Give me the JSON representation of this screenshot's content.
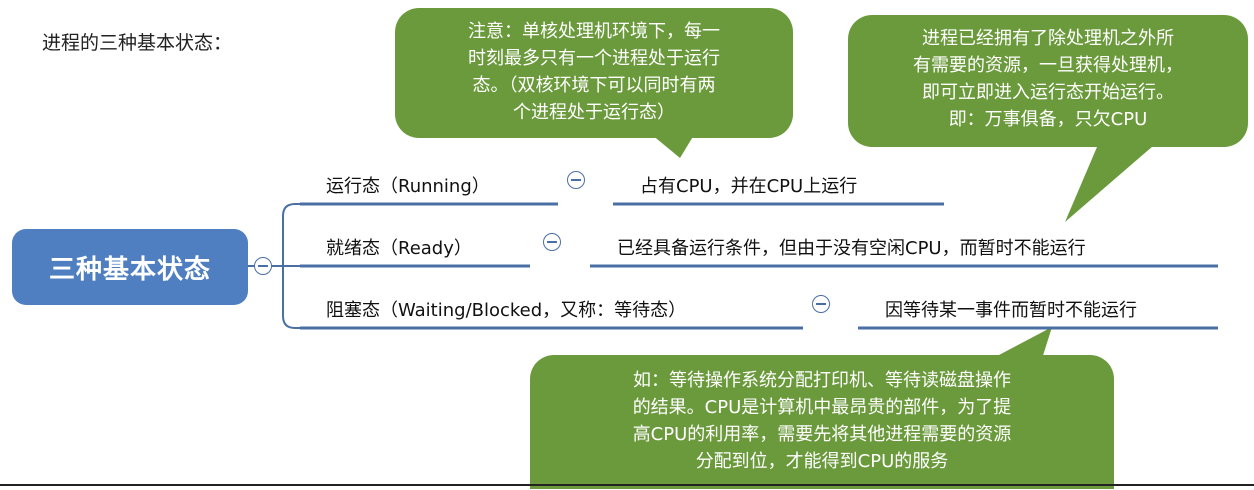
{
  "heading": "进程的三种基本状态：",
  "root": {
    "label": "三种基本状态"
  },
  "branches": [
    {
      "label": "运行态（Running）",
      "description": "占有CPU，并在CPU上运行"
    },
    {
      "label": "就绪态（Ready）",
      "description": "已经具备运行条件，但由于没有空闲CPU，而暂时不能运行"
    },
    {
      "label": "阻塞态（Waiting/Blocked，又称：等待态）",
      "description": "因等待某一事件而暂时不能运行"
    }
  ],
  "callouts": {
    "note_single_core": [
      "注意：单核处理机环境下，每一",
      "时刻最多只有一个进程处于运行",
      "态。（双核环境下可以同时有两",
      "个进程处于运行态）"
    ],
    "ready_explain": [
      "进程已经拥有了除处理机之外所",
      "有需要的资源，一旦获得处理机，",
      "即可立即进入运行态开始运行。",
      "即：万事俱备，只欠CPU"
    ],
    "blocked_example": [
      "如：等待操作系统分配打印机、等待读磁盘操作",
      "的结果。CPU是计算机中最昂贵的部件，为了提",
      "高CPU的利用率，需要先将其他进程需要的资源",
      "分配到位，才能得到CPU的服务"
    ]
  },
  "colors": {
    "root": "#4f7fc0",
    "connector": "#4a6fa5",
    "callout": "#6b9a3c"
  }
}
